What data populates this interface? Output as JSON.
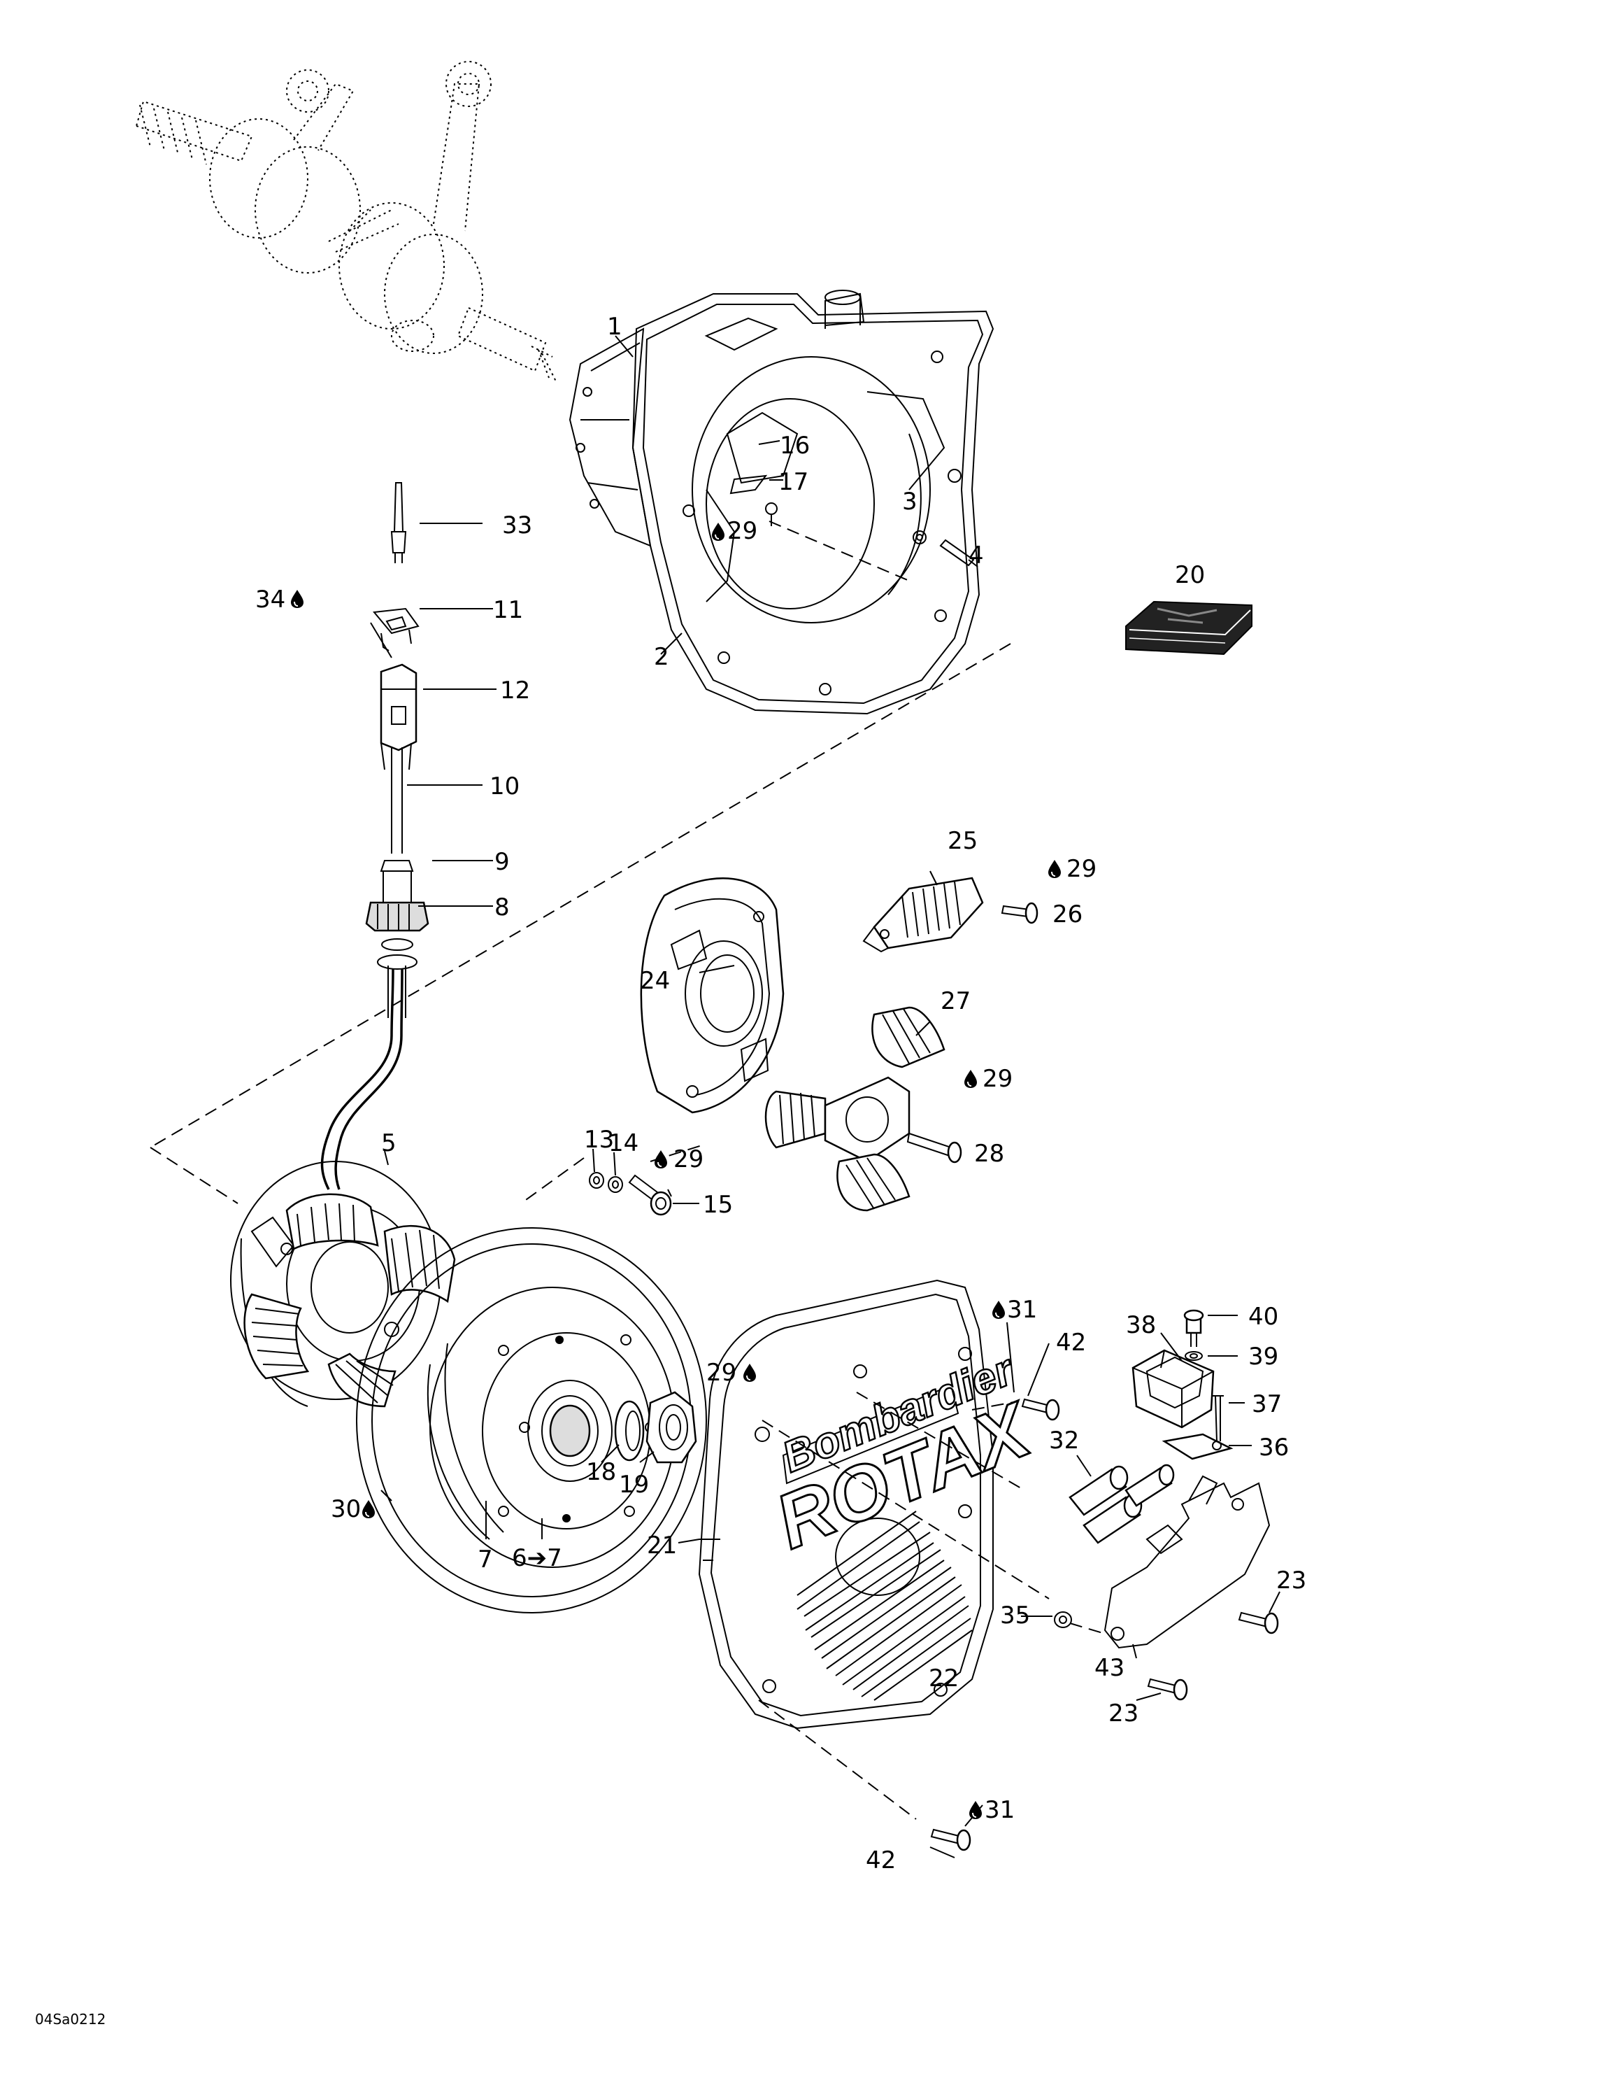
{
  "diagram_code": "04Sa0212",
  "cover_text": {
    "line1": "Bombardier",
    "line2": "ROTAX"
  },
  "colors": {
    "ink": "#000000",
    "paper": "#ffffff"
  },
  "callouts": [
    {
      "id": "c1",
      "text": "1"
    },
    {
      "id": "c2",
      "text": "2"
    },
    {
      "id": "c3",
      "text": "3"
    },
    {
      "id": "c4",
      "text": "4"
    },
    {
      "id": "c5",
      "text": "5"
    },
    {
      "id": "c6",
      "text": "6➔7"
    },
    {
      "id": "c7",
      "text": "7"
    },
    {
      "id": "c8",
      "text": "8"
    },
    {
      "id": "c9",
      "text": "9"
    },
    {
      "id": "c10",
      "text": "10"
    },
    {
      "id": "c11",
      "text": "11"
    },
    {
      "id": "c12",
      "text": "12"
    },
    {
      "id": "c13",
      "text": "13"
    },
    {
      "id": "c14",
      "text": "14"
    },
    {
      "id": "c15",
      "text": "15"
    },
    {
      "id": "c16",
      "text": "16"
    },
    {
      "id": "c17",
      "text": "17"
    },
    {
      "id": "c18",
      "text": "18"
    },
    {
      "id": "c19",
      "text": "19"
    },
    {
      "id": "c20",
      "text": "20"
    },
    {
      "id": "c21",
      "text": "21"
    },
    {
      "id": "c22",
      "text": "22"
    },
    {
      "id": "c23a",
      "text": "23"
    },
    {
      "id": "c23b",
      "text": "23"
    },
    {
      "id": "c24",
      "text": "24"
    },
    {
      "id": "c25",
      "text": "25"
    },
    {
      "id": "c26",
      "text": "26"
    },
    {
      "id": "c27",
      "text": "27"
    },
    {
      "id": "c28",
      "text": "28"
    },
    {
      "id": "c29a",
      "text": "29"
    },
    {
      "id": "c29b",
      "text": "29"
    },
    {
      "id": "c29c",
      "text": "29"
    },
    {
      "id": "c29d",
      "text": "29"
    },
    {
      "id": "c29e",
      "text": "29"
    },
    {
      "id": "c30",
      "text": "30"
    },
    {
      "id": "c31a",
      "text": "31"
    },
    {
      "id": "c31b",
      "text": "31"
    },
    {
      "id": "c32",
      "text": "32"
    },
    {
      "id": "c33",
      "text": "33"
    },
    {
      "id": "c34",
      "text": "34"
    },
    {
      "id": "c35",
      "text": "35"
    },
    {
      "id": "c36",
      "text": "36"
    },
    {
      "id": "c37",
      "text": "37"
    },
    {
      "id": "c38",
      "text": "38"
    },
    {
      "id": "c39",
      "text": "39"
    },
    {
      "id": "c40",
      "text": "40"
    },
    {
      "id": "c42a",
      "text": "42"
    },
    {
      "id": "c42b",
      "text": "42"
    },
    {
      "id": "c43",
      "text": "43"
    }
  ],
  "drop_icon_name": "lubricant-drop-icon"
}
